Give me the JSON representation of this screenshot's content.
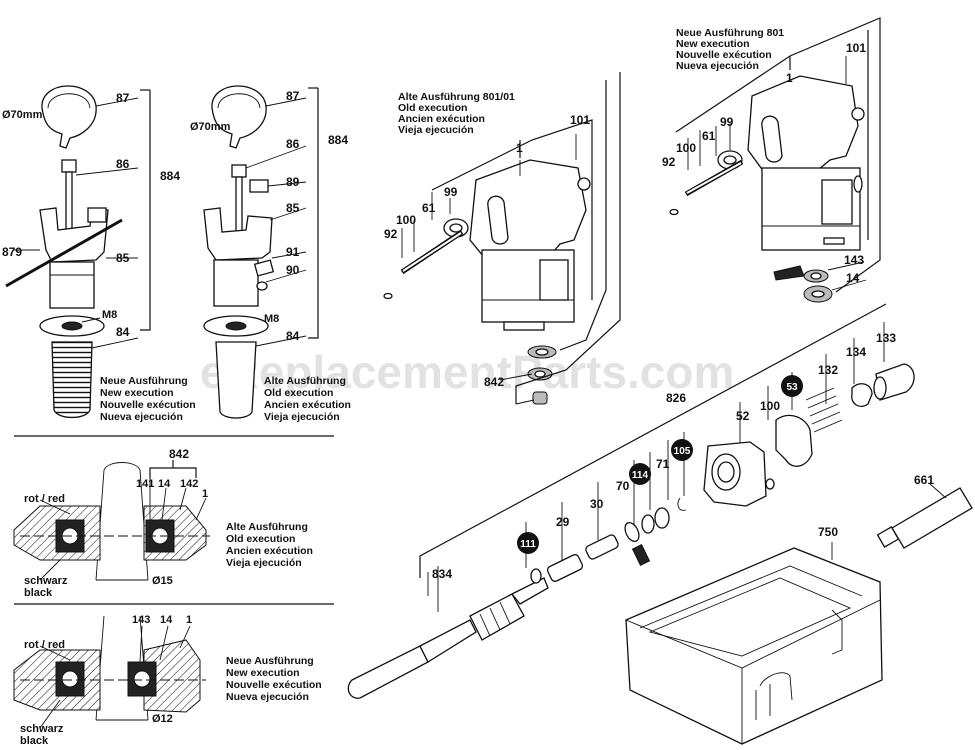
{
  "watermark": "eReplacementParts.com",
  "captions": {
    "new_left": [
      "Neue Ausführung",
      "New execution",
      "Nouvelle exécution",
      "Nueva ejecución"
    ],
    "old_mid": [
      "Alte Ausführung",
      "Old execution",
      "Ancien exécution",
      "Vieja ejecución"
    ],
    "old_top": [
      "Alte Ausführung 801/01",
      "Old execution",
      "Ancien exécution",
      "Vieja ejecución"
    ],
    "new_top": [
      "Neue Ausführung 801",
      "New execution",
      "Nouvelle exécution",
      "Nueva ejecución"
    ],
    "old_detail": [
      "Alte Ausführung",
      "Old execution",
      "Ancien exécution",
      "Vieja ejecución"
    ],
    "new_detail": [
      "Neue Ausführung",
      "New execution",
      "Nouvelle exécution",
      "Nueva ejecución"
    ]
  },
  "labels": {
    "dia70": "Ø70mm",
    "m8": "M8",
    "d15": "Ø15",
    "d12": "Ø12",
    "rot_red": "rot / red",
    "schwarz": "schwarz",
    "black": "black"
  },
  "part_numbers": {
    "p87": "87",
    "p86": "86",
    "p884": "884",
    "p879": "879",
    "p85": "85",
    "p84": "84",
    "p89": "89",
    "p91": "91",
    "p90": "90",
    "p1": "1",
    "p101": "101",
    "p99": "99",
    "p61": "61",
    "p100": "100",
    "p92": "92",
    "p842": "842",
    "p143": "143",
    "p14": "14",
    "p133": "133",
    "p134": "134",
    "p132": "132",
    "p53": "53",
    "p52": "52",
    "p826": "826",
    "p105": "105",
    "p71": "71",
    "p114": "114",
    "p70": "70",
    "p30": "30",
    "p29": "29",
    "p111": "111",
    "p834": "834",
    "p750": "750",
    "p661": "661",
    "p141": "141",
    "p142": "142"
  }
}
